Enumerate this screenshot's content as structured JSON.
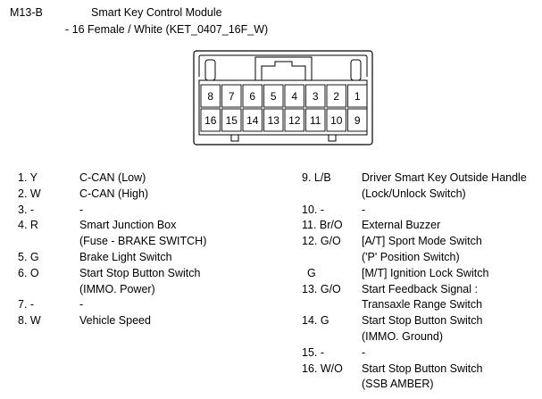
{
  "header": {
    "connector_id": "M13-B",
    "module_name": "Smart Key Control Module",
    "connector_desc": "- 16 Female / White (KET_0407_16F_W)"
  },
  "connector": {
    "top_row": [
      "8",
      "7",
      "6",
      "5",
      "4",
      "3",
      "2",
      "1"
    ],
    "bottom_row": [
      "16",
      "15",
      "14",
      "13",
      "12",
      "11",
      "10",
      "9"
    ]
  },
  "pins_left": [
    {
      "pin": "1. Y",
      "lines": [
        "C-CAN (Low)"
      ]
    },
    {
      "pin": "2. W",
      "lines": [
        "C-CAN (High)"
      ]
    },
    {
      "pin": "3. -",
      "lines": [
        "-"
      ]
    },
    {
      "pin": "4. R",
      "lines": [
        "Smart Junction Box",
        "(Fuse - BRAKE SWITCH)"
      ]
    },
    {
      "pin": "5. G",
      "lines": [
        "Brake Light Switch"
      ]
    },
    {
      "pin": "6. O",
      "lines": [
        "Start Stop Button Switch",
        "(IMMO. Power)"
      ]
    },
    {
      "pin": "7. -",
      "lines": [
        "-"
      ]
    },
    {
      "pin": "8. W",
      "lines": [
        "Vehicle Speed"
      ]
    }
  ],
  "pins_right": [
    {
      "pin": "9. L/B",
      "lines": [
        "Driver Smart Key Outside Handle",
        "(Lock/Unlock Switch)"
      ]
    },
    {
      "pin": "10. -",
      "lines": [
        "-"
      ]
    },
    {
      "pin": "11. Br/O",
      "lines": [
        "External Buzzer"
      ]
    },
    {
      "pin": "12. G/O",
      "lines": [
        "[A/T] Sport Mode Switch",
        "('P' Position Switch)"
      ]
    },
    {
      "pin": "G",
      "lines": [
        "[M/T] Ignition Lock Switch"
      ]
    },
    {
      "pin": "13. G/O",
      "lines": [
        "Start Feedback Signal :",
        "Transaxle Range Switch"
      ]
    },
    {
      "pin": "14. G",
      "lines": [
        "Start Stop Button Switch",
        "(IMMO. Ground)"
      ]
    },
    {
      "pin": "15. -",
      "lines": [
        "-"
      ]
    },
    {
      "pin": "16. W/O",
      "lines": [
        "Start Stop Button Switch",
        "(SSB AMBER)"
      ]
    }
  ]
}
